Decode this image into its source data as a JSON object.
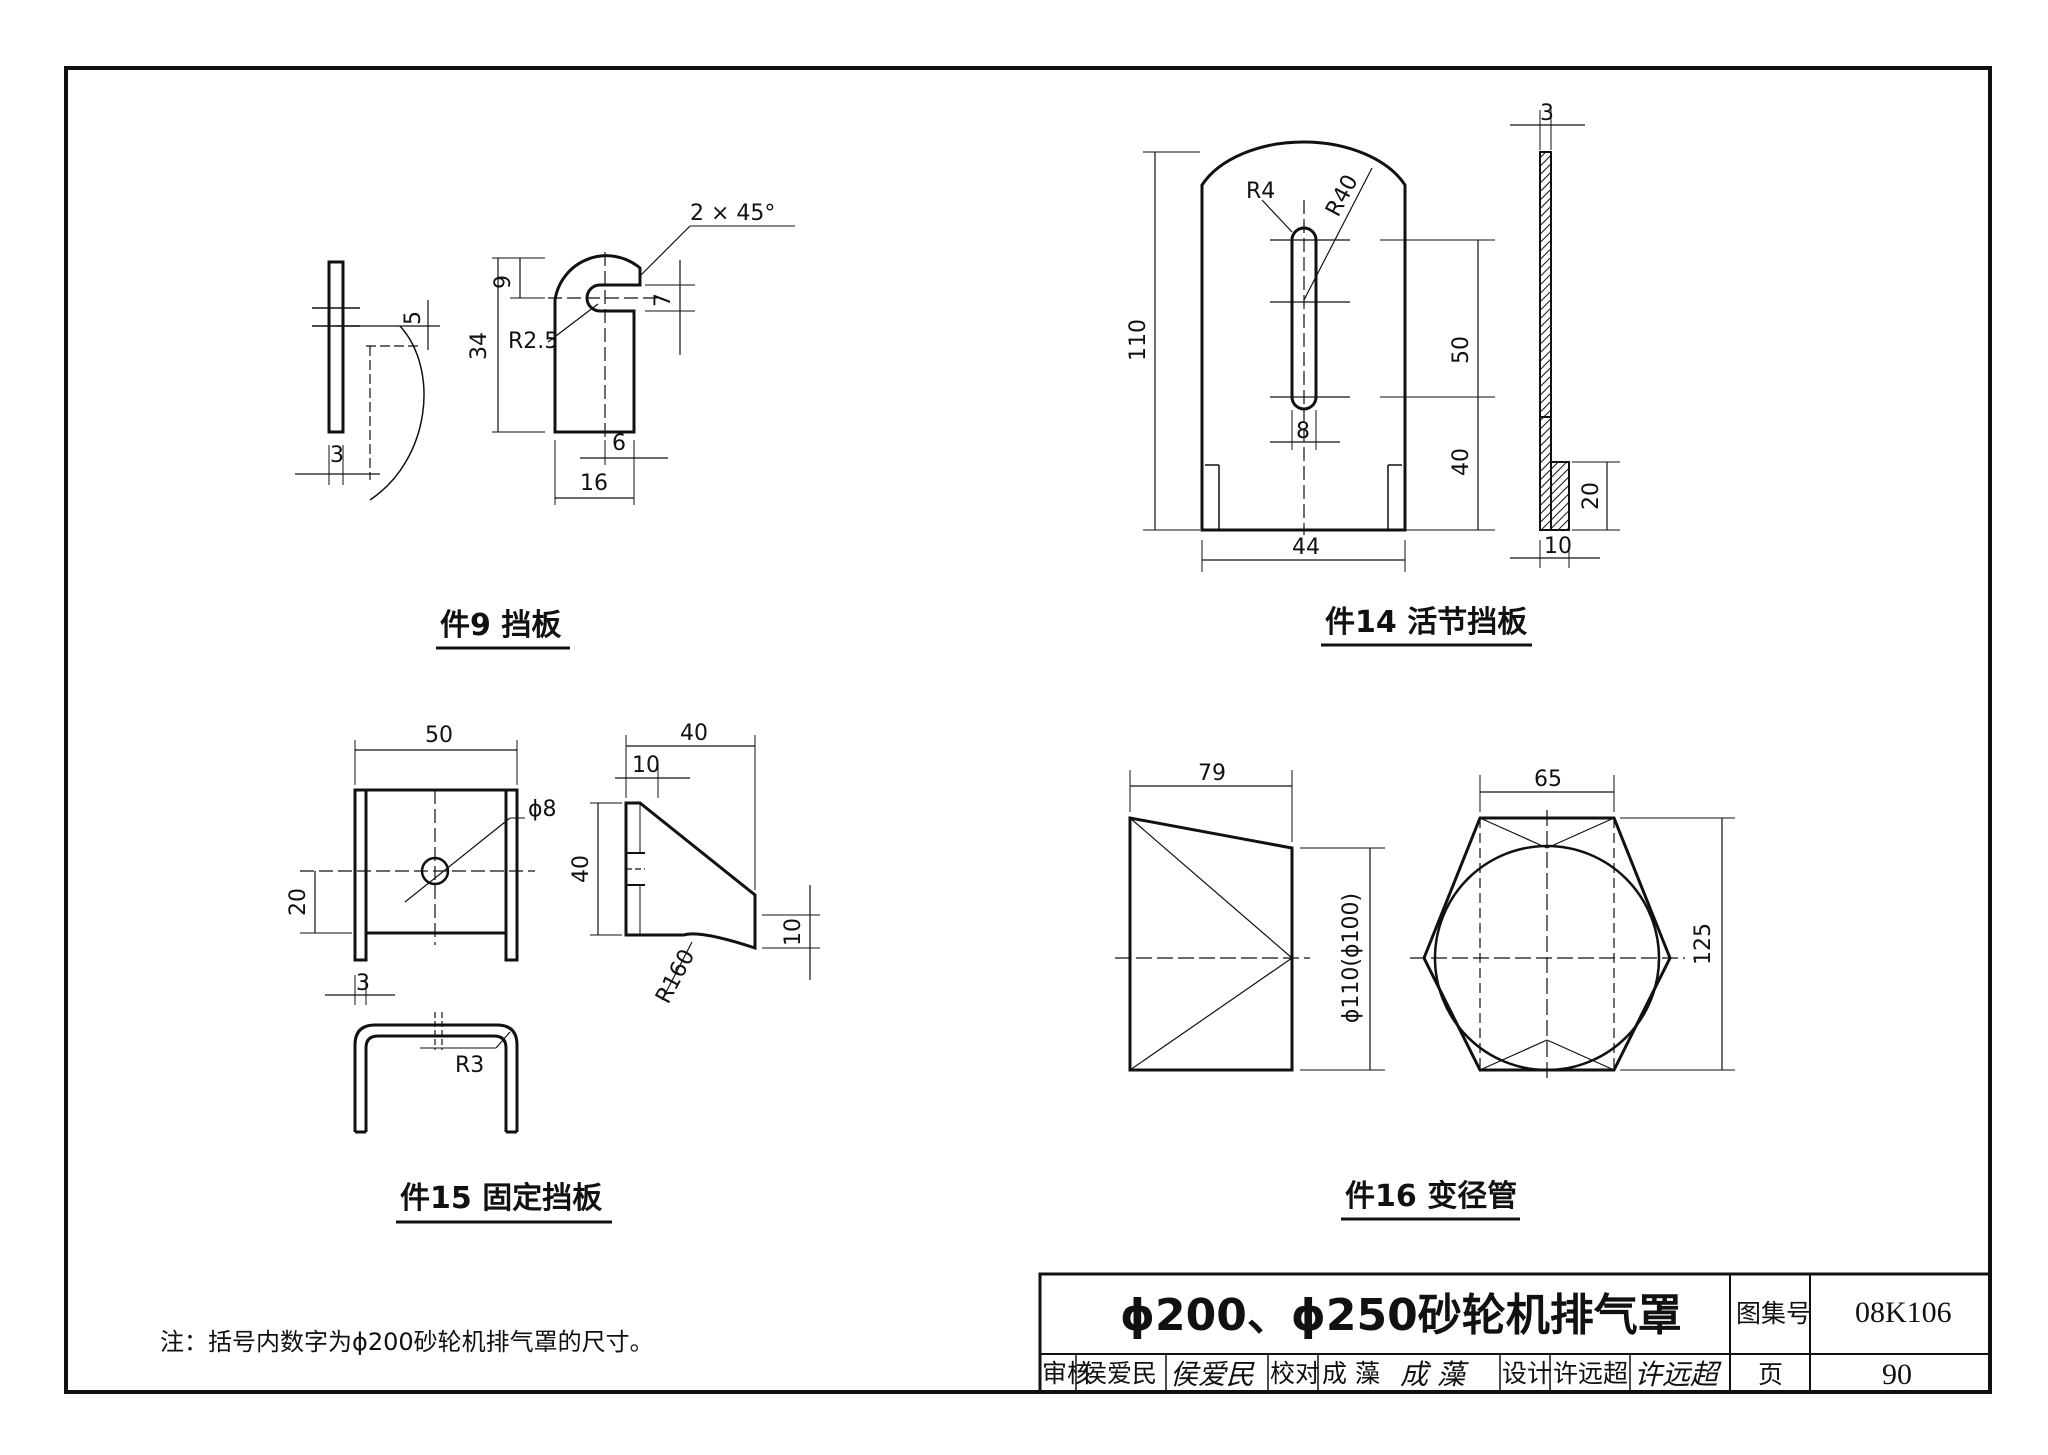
{
  "parts": {
    "p9": {
      "caption": "件9  挡板",
      "dims": {
        "d9": "9",
        "d5": "5",
        "d7": "7",
        "d34": "34",
        "r25": "R2.5",
        "d6": "6",
        "d16": "16",
        "d3": "3",
        "chamfer": "2 × 45°"
      }
    },
    "p14": {
      "caption": "件14  活节挡板",
      "dims": {
        "d110": "110",
        "r4": "R4",
        "r40": "R40",
        "d50": "50",
        "d8": "8",
        "d40": "40",
        "d44": "44",
        "d3": "3",
        "d20": "20",
        "d10": "10"
      }
    },
    "p15": {
      "caption": "件15  固定挡板",
      "dims": {
        "d50": "50",
        "phi8": "ϕ8",
        "d20": "20",
        "d3": "3",
        "r3": "R3",
        "d40top": "40",
        "d10top": "10",
        "d40side": "40",
        "d10side": "10",
        "r160": "R160"
      }
    },
    "p16": {
      "caption": "件16  变径管",
      "dims": {
        "d79": "79",
        "phi110": "ϕ110(ϕ100)",
        "d65": "65",
        "d125": "125"
      }
    }
  },
  "note": "注：括号内数字为ϕ200砂轮机排气罩的尺寸。",
  "title_block": {
    "title": "ϕ200、ϕ250砂轮机排气罩",
    "atlas_label": "图集号",
    "atlas_no": "08K106",
    "page_label": "页",
    "page_no": "90",
    "review_label": "审核",
    "reviewer": "侯爱民",
    "reviewer_sig": "侯爱民",
    "check_label": "校对",
    "checker": "成  藻",
    "checker_sig": "成  藻",
    "design_label": "设计",
    "designer": "许远超",
    "designer_sig": "许远超"
  }
}
